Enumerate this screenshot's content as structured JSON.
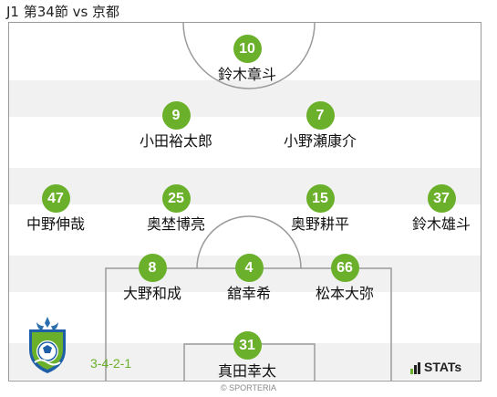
{
  "title": "J1 第34節 vs 京都",
  "formation": "3-4-2-1",
  "stats_logo": "STATs",
  "copyright": "© SPORTERIA",
  "colors": {
    "accent": "#6ab02b",
    "stripe": "#f1f1f1",
    "line": "#9a9a9a"
  },
  "players": [
    {
      "number": "10",
      "name": "鈴木章斗"
    },
    {
      "number": "9",
      "name": "小田裕太郎"
    },
    {
      "number": "7",
      "name": "小野瀬康介"
    },
    {
      "number": "47",
      "name": "中野伸哉"
    },
    {
      "number": "25",
      "name": "奥埜博亮"
    },
    {
      "number": "15",
      "name": "奥野耕平"
    },
    {
      "number": "37",
      "name": "鈴木雄斗"
    },
    {
      "number": "8",
      "name": "大野和成"
    },
    {
      "number": "4",
      "name": "舘幸希"
    },
    {
      "number": "66",
      "name": "松本大弥"
    },
    {
      "number": "31",
      "name": "真田幸太"
    }
  ]
}
